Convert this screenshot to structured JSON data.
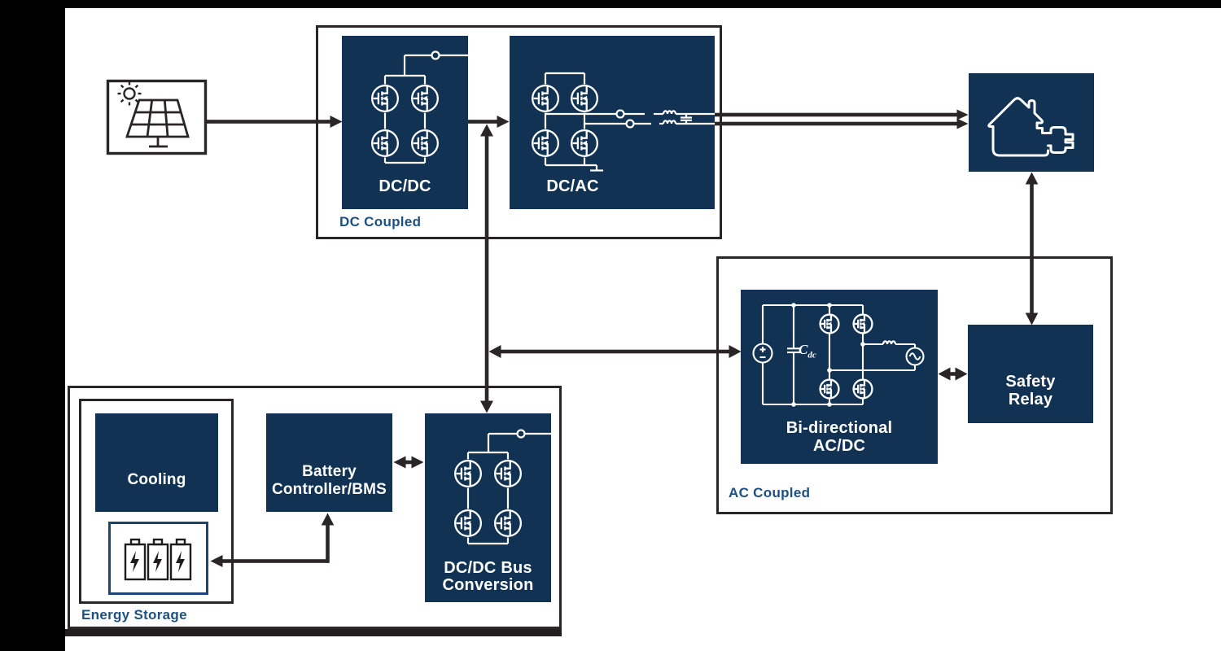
{
  "colors": {
    "background": "#FFFFFF",
    "frame_black": "#000000",
    "line_dark": "#2A2526",
    "block_navy": "#113253",
    "group_label_blue": "#1D5083",
    "battery_box_blue": "#1C4573",
    "circuit_white": "#FFFFFF"
  },
  "groups": {
    "dc_coupled": {
      "label": "DC Coupled"
    },
    "ac_coupled": {
      "label": "AC Coupled"
    },
    "energy_storage": {
      "label": "Energy Storage"
    }
  },
  "blocks": {
    "dc_dc": {
      "label": "DC/DC"
    },
    "dc_ac": {
      "label": "DC/AC"
    },
    "bidirectional": {
      "line1": "Bi-directional",
      "line2": "AC/DC",
      "cap_label_main": "C",
      "cap_label_sub": "dc"
    },
    "safety_relay": {
      "line1": "Safety",
      "line2": "Relay"
    },
    "cooling": {
      "label": "Cooling"
    },
    "battery_controller": {
      "line1": "Battery",
      "line2": "Controller/BMS"
    },
    "bus_conversion": {
      "line1": "DC/DC Bus",
      "line2": "Conversion"
    }
  },
  "icons": {
    "solar_panel": "solar-panel-icon",
    "sun": "sun-icon",
    "house_plug": "house-plug-icon",
    "battery": "battery-icon",
    "mosfet": "mosfet-icon",
    "dc_source": "dc-source-icon",
    "ac_source": "ac-source-icon",
    "inductor": "inductor-icon",
    "capacitor": "capacitor-icon",
    "ground": "ground-icon"
  }
}
